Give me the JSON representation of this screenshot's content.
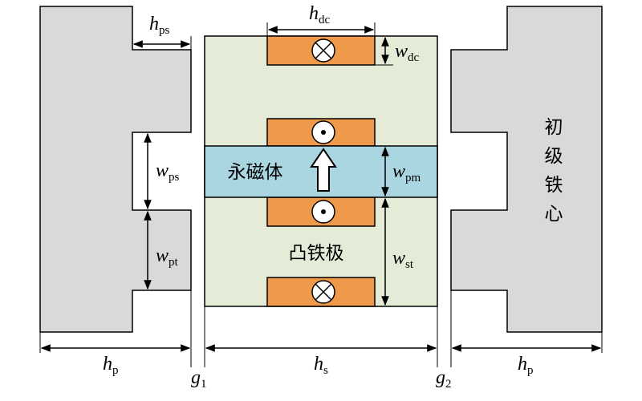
{
  "labels": {
    "h_ps": {
      "base": "h",
      "sub": "ps"
    },
    "h_dc": {
      "base": "h",
      "sub": "dc"
    },
    "w_dc": {
      "base": "w",
      "sub": "dc"
    },
    "w_ps": {
      "base": "w",
      "sub": "ps"
    },
    "w_pt": {
      "base": "w",
      "sub": "pt"
    },
    "w_pm": {
      "base": "w",
      "sub": "pm"
    },
    "w_st": {
      "base": "w",
      "sub": "st"
    },
    "h_p_left": {
      "base": "h",
      "sub": "p"
    },
    "h_p_right": {
      "base": "h",
      "sub": "p"
    },
    "h_s": {
      "base": "h",
      "sub": "s"
    },
    "g_1": {
      "base": "g",
      "sub": "1"
    },
    "g_2": {
      "base": "g",
      "sub": "2"
    }
  },
  "chinese": {
    "permanent_magnet": "永磁体",
    "salient_iron_pole": "凸铁极",
    "primary_core": [
      "初",
      "级",
      "铁",
      "心"
    ]
  },
  "colors": {
    "primary_core": "#d9d9d9",
    "secondary_body": "#e4ecd7",
    "magnet": "#a9d6e0",
    "coil": "#ef9a4a",
    "outline": "#000000"
  },
  "icons": {
    "coil_into_page": "cross-circle-icon",
    "coil_out_of_page": "dot-circle-icon",
    "magnetization_arrow": "up-arrow-icon"
  }
}
